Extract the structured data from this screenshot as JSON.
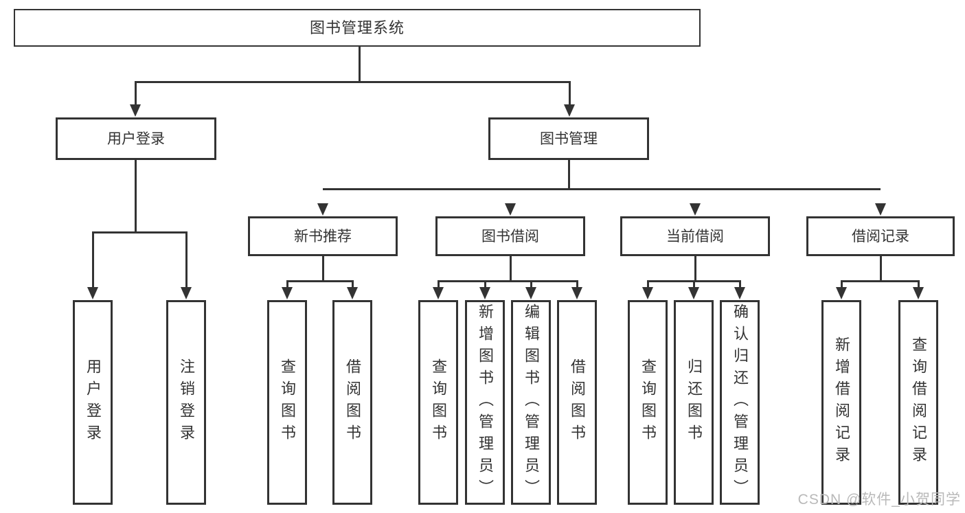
{
  "tree": {
    "root": {
      "label": "图书管理系统",
      "children": [
        {
          "label": "用户登录",
          "children": [
            {
              "label": "用户登录"
            },
            {
              "label": "注销登录"
            }
          ]
        },
        {
          "label": "图书管理",
          "children": [
            {
              "label": "新书推荐",
              "children": [
                {
                  "label": "查询图书"
                },
                {
                  "label": "借阅图书"
                }
              ]
            },
            {
              "label": "图书借阅",
              "children": [
                {
                  "label": "查询图书"
                },
                {
                  "label": "新增图书（管理员）"
                },
                {
                  "label": "编辑图书（管理员）"
                },
                {
                  "label": "借阅图书"
                }
              ]
            },
            {
              "label": "当前借阅",
              "children": [
                {
                  "label": "查询图书"
                },
                {
                  "label": "归还图书"
                },
                {
                  "label": "确认归还（管理员）"
                }
              ]
            },
            {
              "label": "借阅记录",
              "children": [
                {
                  "label": "新增借阅记录"
                },
                {
                  "label": "查询借阅记录"
                }
              ]
            }
          ]
        }
      ]
    }
  },
  "watermark": {
    "text": "CSDN @软件_小贺同学"
  },
  "colors": {
    "line": "#333333",
    "text": "#333333",
    "watermark": "#b9b9b9",
    "background": "#ffffff"
  }
}
